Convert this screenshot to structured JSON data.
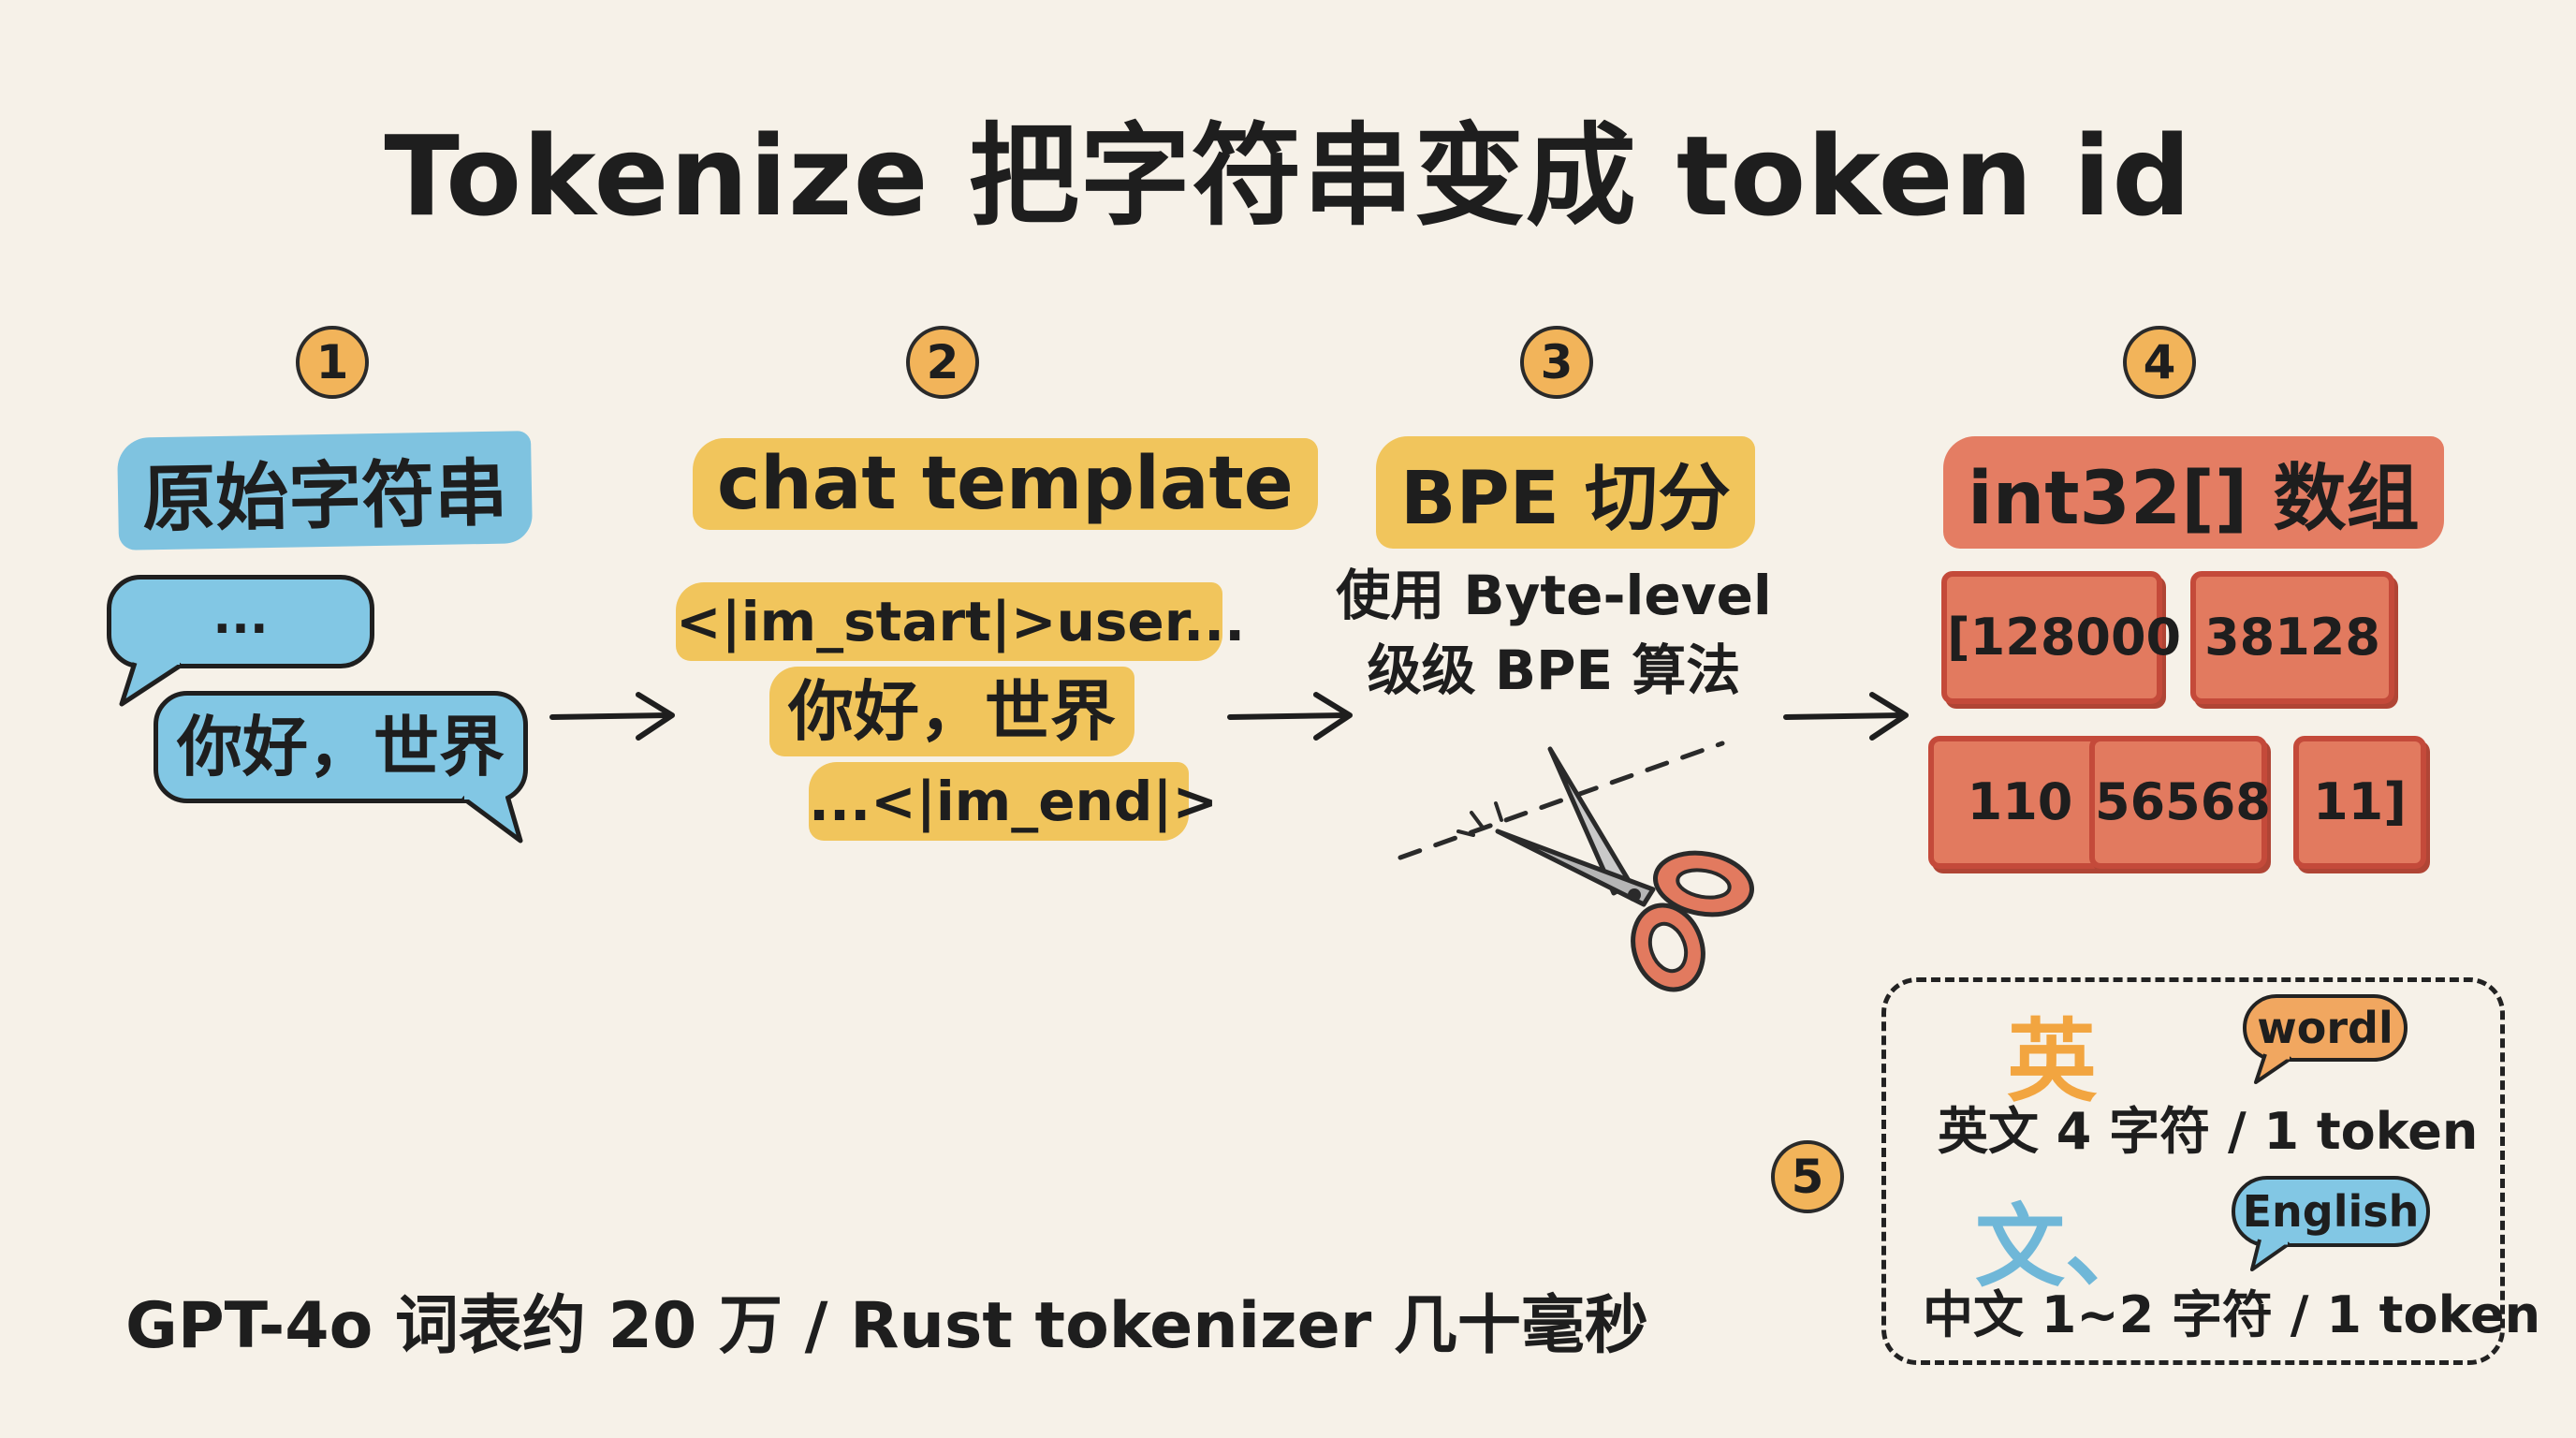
{
  "title": "Tokenize 把字符串变成 token id",
  "steps": [
    {
      "num": "1",
      "label": "原始字符串"
    },
    {
      "num": "2",
      "label": "chat template"
    },
    {
      "num": "3",
      "label": "BPE 切分"
    },
    {
      "num": "4",
      "label": "int32[] 数组"
    }
  ],
  "step1": {
    "bubble_top": "...",
    "bubble_main": "你好，世界"
  },
  "step2": {
    "line1": "<|im_start|>user...",
    "line2": "你好，世界",
    "line3": "...<|im_end|>"
  },
  "step3": {
    "desc_line1": "使用 Byte-level",
    "desc_line2": "级级 BPE 算法"
  },
  "step4": {
    "cells": [
      "[128000",
      "38128",
      "110",
      "56568",
      "11]"
    ]
  },
  "legend": {
    "num": "5",
    "en_char": "英",
    "en_bubble": "wordl",
    "en_text": "英文 4 字符 / 1 token",
    "zh_char": "文、",
    "zh_bubble": "English",
    "zh_text": "中文 1~2 字符 / 1 token"
  },
  "footer": "GPT-4o 词表约 20 万 / Rust tokenizer 几十毫秒",
  "colors": {
    "background": "#f6f1e8",
    "blue": "#7fc3e0",
    "yellow": "#f1c55c",
    "red": "#e47d63",
    "orange_num": "#f2b45a"
  }
}
